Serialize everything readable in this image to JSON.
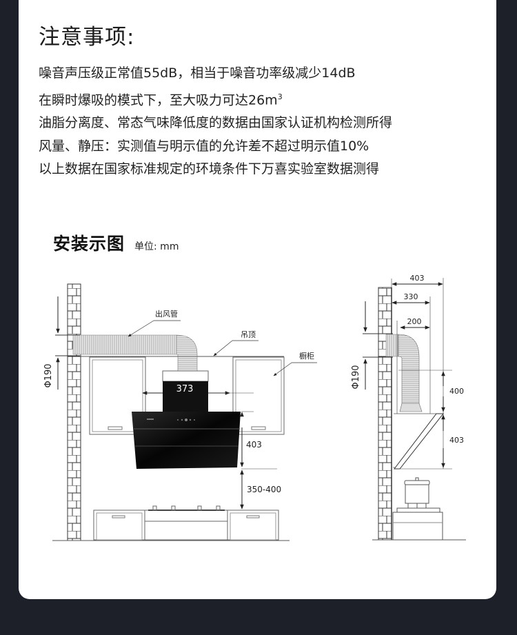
{
  "notice": {
    "title": "注意事项:",
    "items": [
      "噪音声压级正常值55dB，相当于噪音功率级减少14dB",
      "在瞬时爆吸的模式下，至大吸力可达26m",
      "油脂分离度、常态气味降低度的数据由国家认证机构检测所得",
      "风量、静压：实测值与明示值的允许差不超过明示值10%",
      "以上数据在国家标准规定的环境条件下万喜实验室数据测得"
    ],
    "superscript": "3"
  },
  "installation": {
    "title": "安装示图",
    "unit_label": "单位: mm",
    "front_view": {
      "labels": {
        "duct": "出风管",
        "ceiling": "吊顶",
        "cabinet": "橱柜"
      },
      "dimensions": {
        "duct_diameter": "Φ190",
        "width": "373",
        "hood_height": "403",
        "mount_height": "350-400"
      }
    },
    "side_view": {
      "dimensions": {
        "duct_diameter": "Φ190",
        "depth_total": "403",
        "depth_mid": "330",
        "depth_duct": "200",
        "duct_height": "400",
        "hood_height": "403"
      }
    }
  }
}
